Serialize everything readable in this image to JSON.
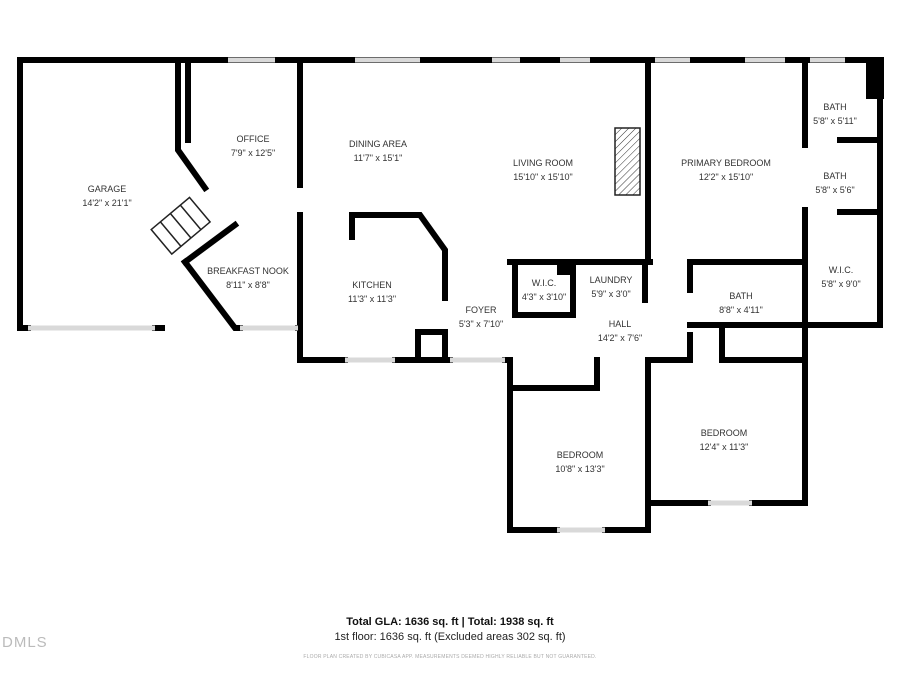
{
  "rooms": [
    {
      "name": "GARAGE",
      "size": "14'2\" x 21'1\""
    },
    {
      "name": "OFFICE",
      "size": "7'9\" x 12'5\""
    },
    {
      "name": "BREAKFAST NOOK",
      "size": "8'11\" x 8'8\""
    },
    {
      "name": "DINING AREA",
      "size": "11'7\" x 15'1\""
    },
    {
      "name": "KITCHEN",
      "size": "11'3\" x 11'3\""
    },
    {
      "name": "LIVING ROOM",
      "size": "15'10\" x 15'10\""
    },
    {
      "name": "FOYER",
      "size": "5'3\" x 7'10\""
    },
    {
      "name": "W.I.C.",
      "size": "4'3\" x 3'10\""
    },
    {
      "name": "LAUNDRY",
      "size": "5'9\" x 3'0\""
    },
    {
      "name": "HALL",
      "size": "14'2\" x 7'6\""
    },
    {
      "name": "PRIMARY BEDROOM",
      "size": "12'2\" x 15'10\""
    },
    {
      "name": "BATH",
      "size": "5'8\" x 5'11\""
    },
    {
      "name": "BATH",
      "size": "5'8\" x 5'6\""
    },
    {
      "name": "W.I.C.",
      "size": "5'8\" x 9'0\""
    },
    {
      "name": "BATH",
      "size": "8'8\" x 4'11\""
    },
    {
      "name": "BEDROOM",
      "size": "10'8\" x 13'3\""
    },
    {
      "name": "BEDROOM",
      "size": "12'4\" x 11'3\""
    }
  ],
  "footer": {
    "totals": "Total GLA: 1636 sq. ft | Total: 1938 sq. ft",
    "floor": "1st floor: 1636 sq. ft (Excluded areas 302 sq. ft)",
    "disclaimer": "FLOOR PLAN CREATED BY CUBICASA APP. MEASUREMENTS DEEMED HIGHLY RELIABLE BUT NOT GUARANTEED."
  },
  "logo": "DMLS",
  "colors": {
    "wall": "#000000",
    "window": "#d9d9d9"
  }
}
